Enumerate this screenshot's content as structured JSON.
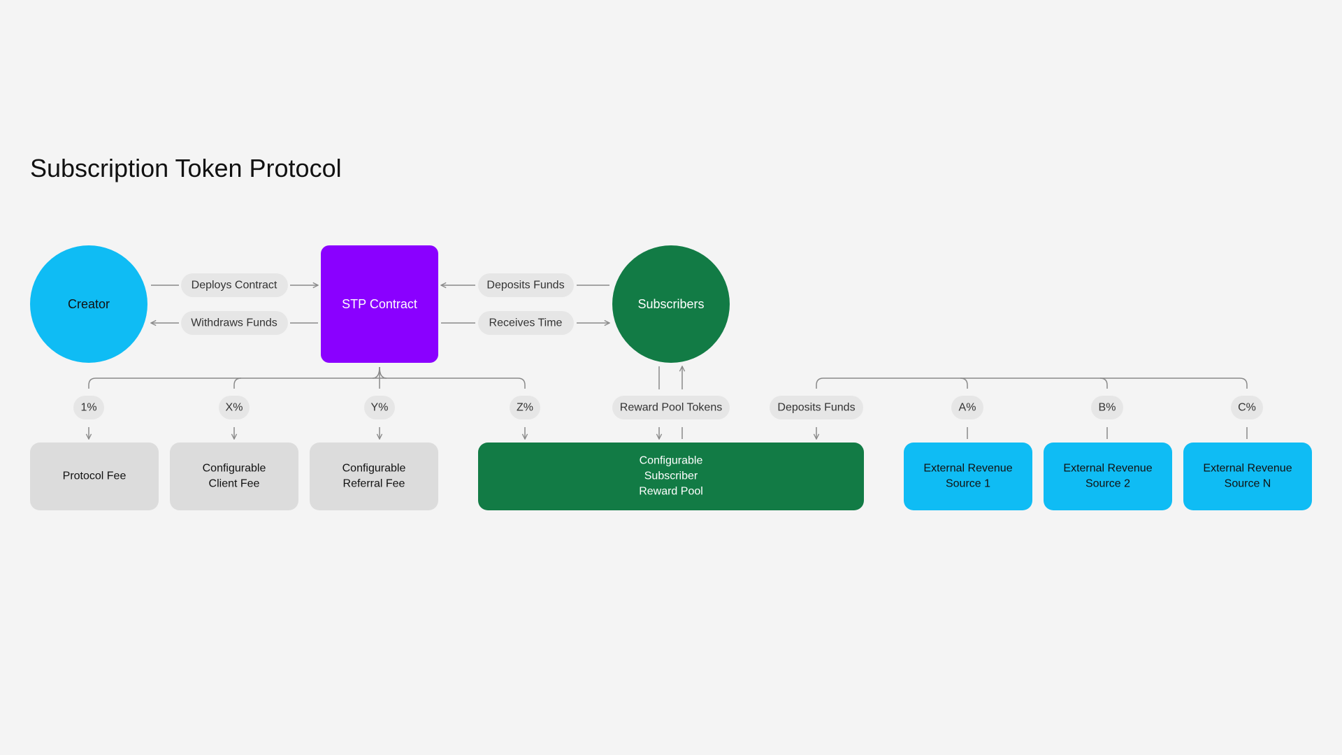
{
  "title": "Subscription Token Protocol",
  "nodes": {
    "creator": "Creator",
    "stp_contract": "STP Contract",
    "subscribers": "Subscribers"
  },
  "edge_labels": {
    "deploys_contract": "Deploys Contract",
    "withdraws_funds": "Withdraws Funds",
    "deposits_funds_top": "Deposits Funds",
    "receives_time": "Receives Time",
    "reward_pool_tokens": "Reward Pool Tokens",
    "deposits_funds_bottom": "Deposits Funds"
  },
  "fee_labels": {
    "protocol_pct": "1%",
    "client_pct": "X%",
    "referral_pct": "Y%",
    "reward_pct": "Z%",
    "source1_pct": "A%",
    "source2_pct": "B%",
    "sourceN_pct": "C%"
  },
  "boxes": {
    "protocol_fee": [
      "Protocol Fee"
    ],
    "client_fee": [
      "Configurable",
      "Client Fee"
    ],
    "referral_fee": [
      "Configurable",
      "Referral Fee"
    ],
    "reward_pool": [
      "Configurable",
      "Subscriber",
      "Reward Pool"
    ],
    "source1": [
      "External Revenue",
      "Source 1"
    ],
    "source2": [
      "External Revenue",
      "Source 2"
    ],
    "sourceN": [
      "External Revenue",
      "Source N"
    ]
  },
  "colors": {
    "creator": "#0fbcf4",
    "stp_contract": "#8a00ff",
    "subscribers": "#127b45",
    "fee_box": "#dcdcdc",
    "reward_pool": "#127b45",
    "external_source": "#0fbcf4",
    "pill": "#e6e6e6",
    "line": "#8a8a8a"
  }
}
